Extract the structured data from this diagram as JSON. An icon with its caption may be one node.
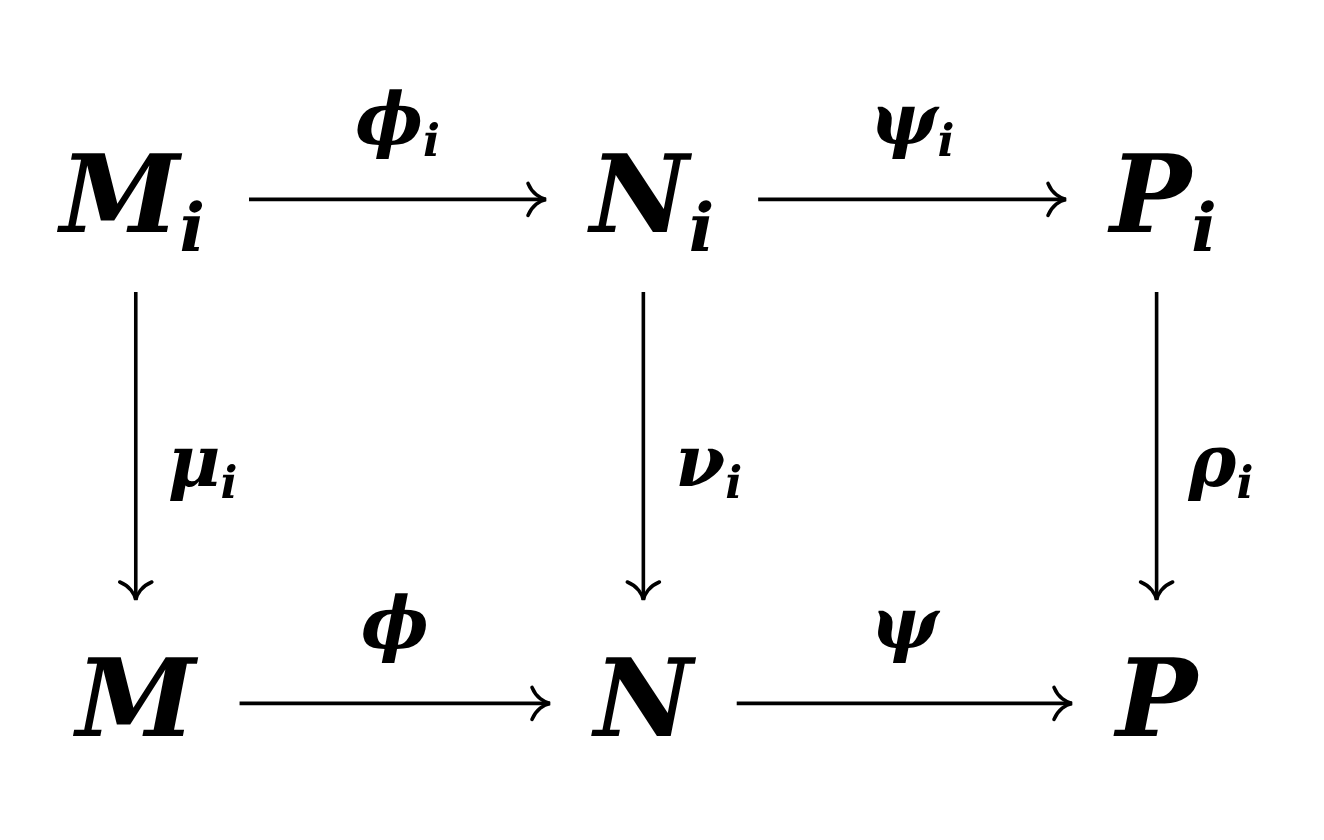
{
  "diagram": {
    "nodes": [
      {
        "text": [
          "M$_{i}$"
        ]
      },
      {
        "text": [
          "N$_{i}$"
        ]
      },
      {
        "text": [
          "P$_{i}$"
        ]
      },
      {
        "text": [
          "M"
        ]
      },
      {
        "text": [
          "N"
        ]
      },
      {
        "text": [
          "P"
        ]
      }
    ],
    "edges": [
      {
        "from": 0,
        "to": 1,
        "arrow": "to",
        "label": "ϕ$_{i}$"
      },
      {
        "from": 1,
        "to": 2,
        "arrow": "to",
        "label": "ψ$_{i}$"
      },
      {
        "from": 0,
        "to": 3,
        "arrow": "to",
        "label": "μ$_{i}$"
      },
      {
        "from": 1,
        "to": 4,
        "arrow": "to",
        "label": "ν$_{i}$"
      },
      {
        "from": 2,
        "to": 5,
        "arrow": "to",
        "label": "ρ$_{i}$"
      },
      {
        "from": 3,
        "to": 4,
        "arrow": "to",
        "label": "ϕ"
      },
      {
        "from": 4,
        "to": 5,
        "arrow": "to",
        "label": "ψ"
      }
    ]
  }
}
